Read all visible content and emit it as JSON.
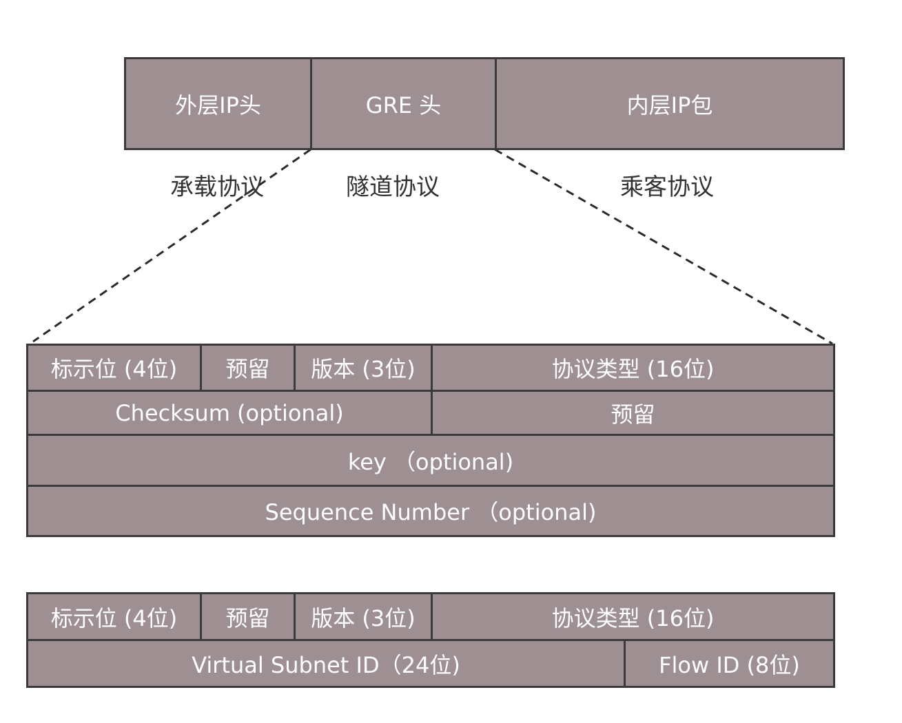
{
  "top_packet": {
    "outer_ip": "外层IP头",
    "gre_header": "GRE 头",
    "inner_ip": "内层IP包"
  },
  "protocol_labels": {
    "carrier": "承载协议",
    "tunnel": "隧道协议",
    "passenger": "乘客协议"
  },
  "gre_header_detail": {
    "flags": "标示位 (4位)",
    "reserved": "预留",
    "version": "版本 (3位)",
    "protocol_type": "协议类型 (16位)",
    "checksum": "Checksum (optional)",
    "reserved2": "预留",
    "key": "key （optional)",
    "sequence_number": "Sequence Number （optional)"
  },
  "nvgre_header": {
    "flags": "标示位 (4位)",
    "reserved": "预留",
    "version": "版本 (3位)",
    "protocol_type": "协议类型 (16位)",
    "vsid": "Virtual Subnet ID（24位)",
    "flow_id": "Flow ID (8位)"
  },
  "colors": {
    "cell_fill": "#9e8f93",
    "border": "#3a3a3a",
    "cell_text": "#ffffff",
    "label_text": "#333333"
  }
}
